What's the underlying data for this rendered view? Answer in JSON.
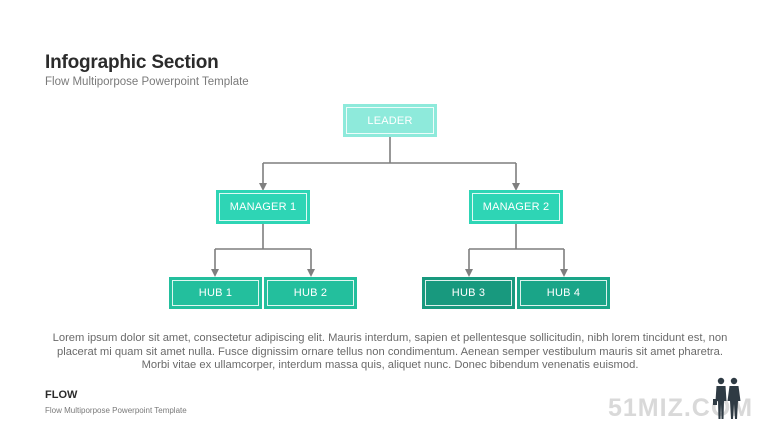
{
  "header": {
    "title": "Infographic Section",
    "subtitle": "Flow Multiporpose Powerpoint Template"
  },
  "diagram": {
    "leader": {
      "label": "LEADER",
      "color": "#8eeadb"
    },
    "managers": [
      {
        "label": "MANAGER 1",
        "color": "#2ed5b5"
      },
      {
        "label": "MANAGER 2",
        "color": "#2ed5b5"
      }
    ],
    "hubs": [
      {
        "label": "HUB 1",
        "color": "#23bf9d"
      },
      {
        "label": "HUB 2",
        "color": "#23bf9d"
      },
      {
        "label": "HUB 3",
        "color": "#18997e"
      },
      {
        "label": "HUB 4",
        "color": "#1aa588"
      }
    ],
    "connector_color": "#7f7f7f"
  },
  "body_text": "Lorem ipsum dolor sit amet, consectetur adipiscing elit. Mauris interdum, sapien et pellentesque sollicitudin, nibh lorem tincidunt est, non placerat mi quam sit amet nulla. Fusce dignissim ornare tellus non condimentum. Aenean semper vestibulum mauris sit amet pharetra. Morbi vitae ex ullamcorper, interdum massa quis, aliquet nunc. Donec bibendum venenatis euismod.",
  "footer": {
    "brand": "FLOW",
    "subtitle": "Flow Multiporpose Powerpoint Template",
    "watermark": "51MIZ.COM"
  }
}
